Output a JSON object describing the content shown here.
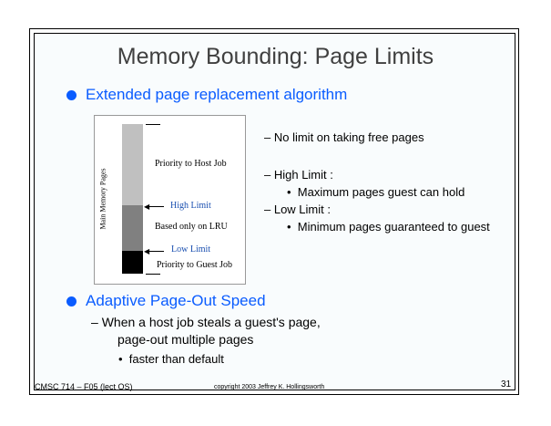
{
  "title": "Memory Bounding: Page Limits",
  "bullets": [
    {
      "text": "Extended page replacement algorithm"
    },
    {
      "text": "Adaptive Page-Out Speed",
      "sub": "When a host job steals a guest's page,",
      "sub2": "page-out multiple pages",
      "subsub": "faster than default"
    }
  ],
  "diagram": {
    "ylabel": "Main Memory Pages",
    "regions": [
      "Priority to Host Job",
      "Based only on LRU",
      "Priority to Guest Job"
    ],
    "high_limit": "High Limit",
    "low_limit": "Low Limit"
  },
  "right_list": [
    {
      "text": "No limit on taking free pages"
    },
    {
      "text": "High Limit :",
      "sub": "Maximum pages guest can hold"
    },
    {
      "text": "Low Limit  :",
      "sub": "Minimum pages guaranteed to guest"
    }
  ],
  "footer": {
    "left": "CMSC 714 – F05 (lect OS)",
    "center": "copyright 2003 Jeffrey K. Hollingsworth",
    "page": "31"
  },
  "colors": {
    "accent": "#0a5cff",
    "title": "#404040"
  }
}
